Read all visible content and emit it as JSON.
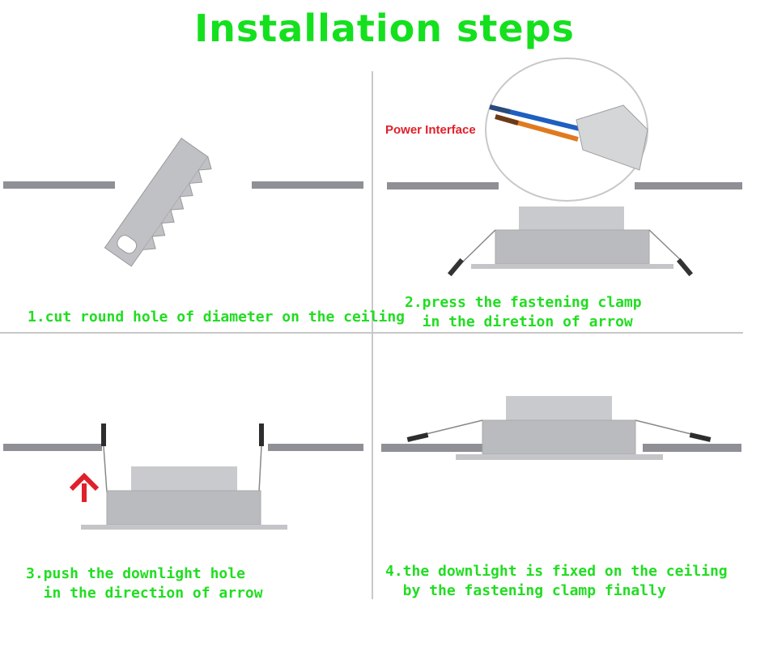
{
  "title": "Installation steps",
  "steps": [
    {
      "caption": "1.cut round hole of diameter on the ceiling"
    },
    {
      "caption": "2.press the fastening clamp\n  in the diretion of arrow"
    },
    {
      "caption": "3.push the downlight hole\n  in the direction of arrow"
    },
    {
      "caption": "4.the downlight is fixed on the ceiling\n  by the fastening clamp finally"
    }
  ],
  "power_interface_label": "Power Interface",
  "colors": {
    "title": "#14e01e",
    "caption": "#22dd22",
    "ceiling": "#8e9096",
    "light_body": "#b9bbbf",
    "arrow": "#e0202a"
  },
  "icons": [
    "saw-icon",
    "up-arrow-icon",
    "power-cable-icon"
  ]
}
